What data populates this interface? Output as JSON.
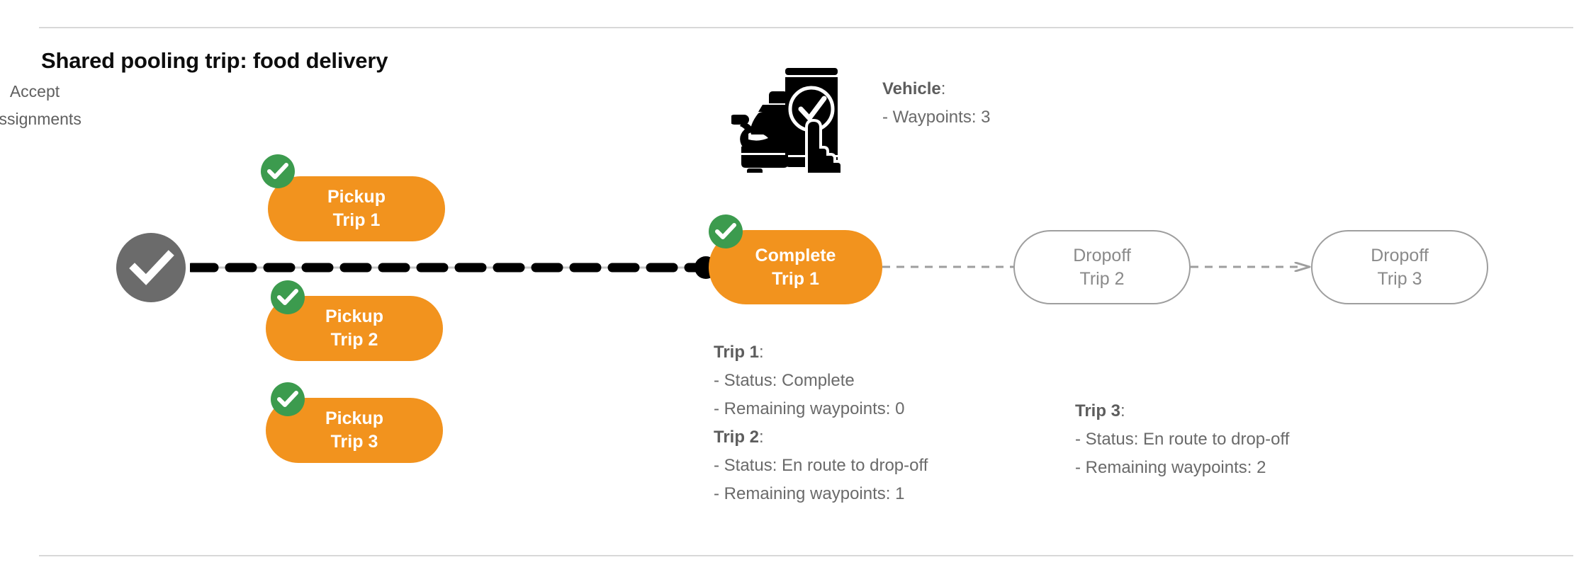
{
  "page": {
    "title": "Shared pooling trip: food delivery",
    "background": "#ffffff",
    "accent_orange": "#F2931E",
    "accent_green": "#3C9B4E",
    "node_gray": "#6b6b6b",
    "text_gray": "#6a6a6a",
    "rule_color": "#d8d8d8"
  },
  "start_node": {
    "icon": "check-circle-icon",
    "label_line_1": "Accept",
    "label_line_2": "Assignments"
  },
  "pickups": [
    {
      "icon": "check-badge-icon",
      "line1": "Pickup",
      "line2": "Trip 1"
    },
    {
      "icon": "check-badge-icon",
      "line1": "Pickup",
      "line2": "Trip 2"
    },
    {
      "icon": "check-badge-icon",
      "line1": "Pickup",
      "line2": "Trip 3"
    }
  ],
  "stages": [
    {
      "icon": "check-badge-icon",
      "line1": "Complete",
      "line2": "Trip 1",
      "state": "done"
    },
    {
      "line1": "Dropoff",
      "line2": "Trip 2",
      "state": "pending"
    },
    {
      "line1": "Dropoff",
      "line2": "Trip 3",
      "state": "pending"
    }
  ],
  "vehicle_panel": {
    "icon": "car-phone-check-icon",
    "heading": "Vehicle",
    "heading_suffix": ":",
    "rows": [
      "- Waypoints: 3"
    ]
  },
  "trip_details_left": {
    "trip1": {
      "heading": "Trip 1",
      "heading_suffix": ":",
      "status": "- Status:  Complete",
      "remaining": "- Remaining waypoints: 0"
    },
    "trip2": {
      "heading": "Trip 2",
      "heading_suffix": ":",
      "status": "- Status:  En route to drop-off",
      "remaining": "- Remaining waypoints: 1"
    }
  },
  "trip_details_right": {
    "trip3": {
      "heading": "Trip 3",
      "heading_suffix": ":",
      "status": "- Status:  En route to drop-off",
      "remaining": "- Remaining waypoints: 2"
    }
  }
}
